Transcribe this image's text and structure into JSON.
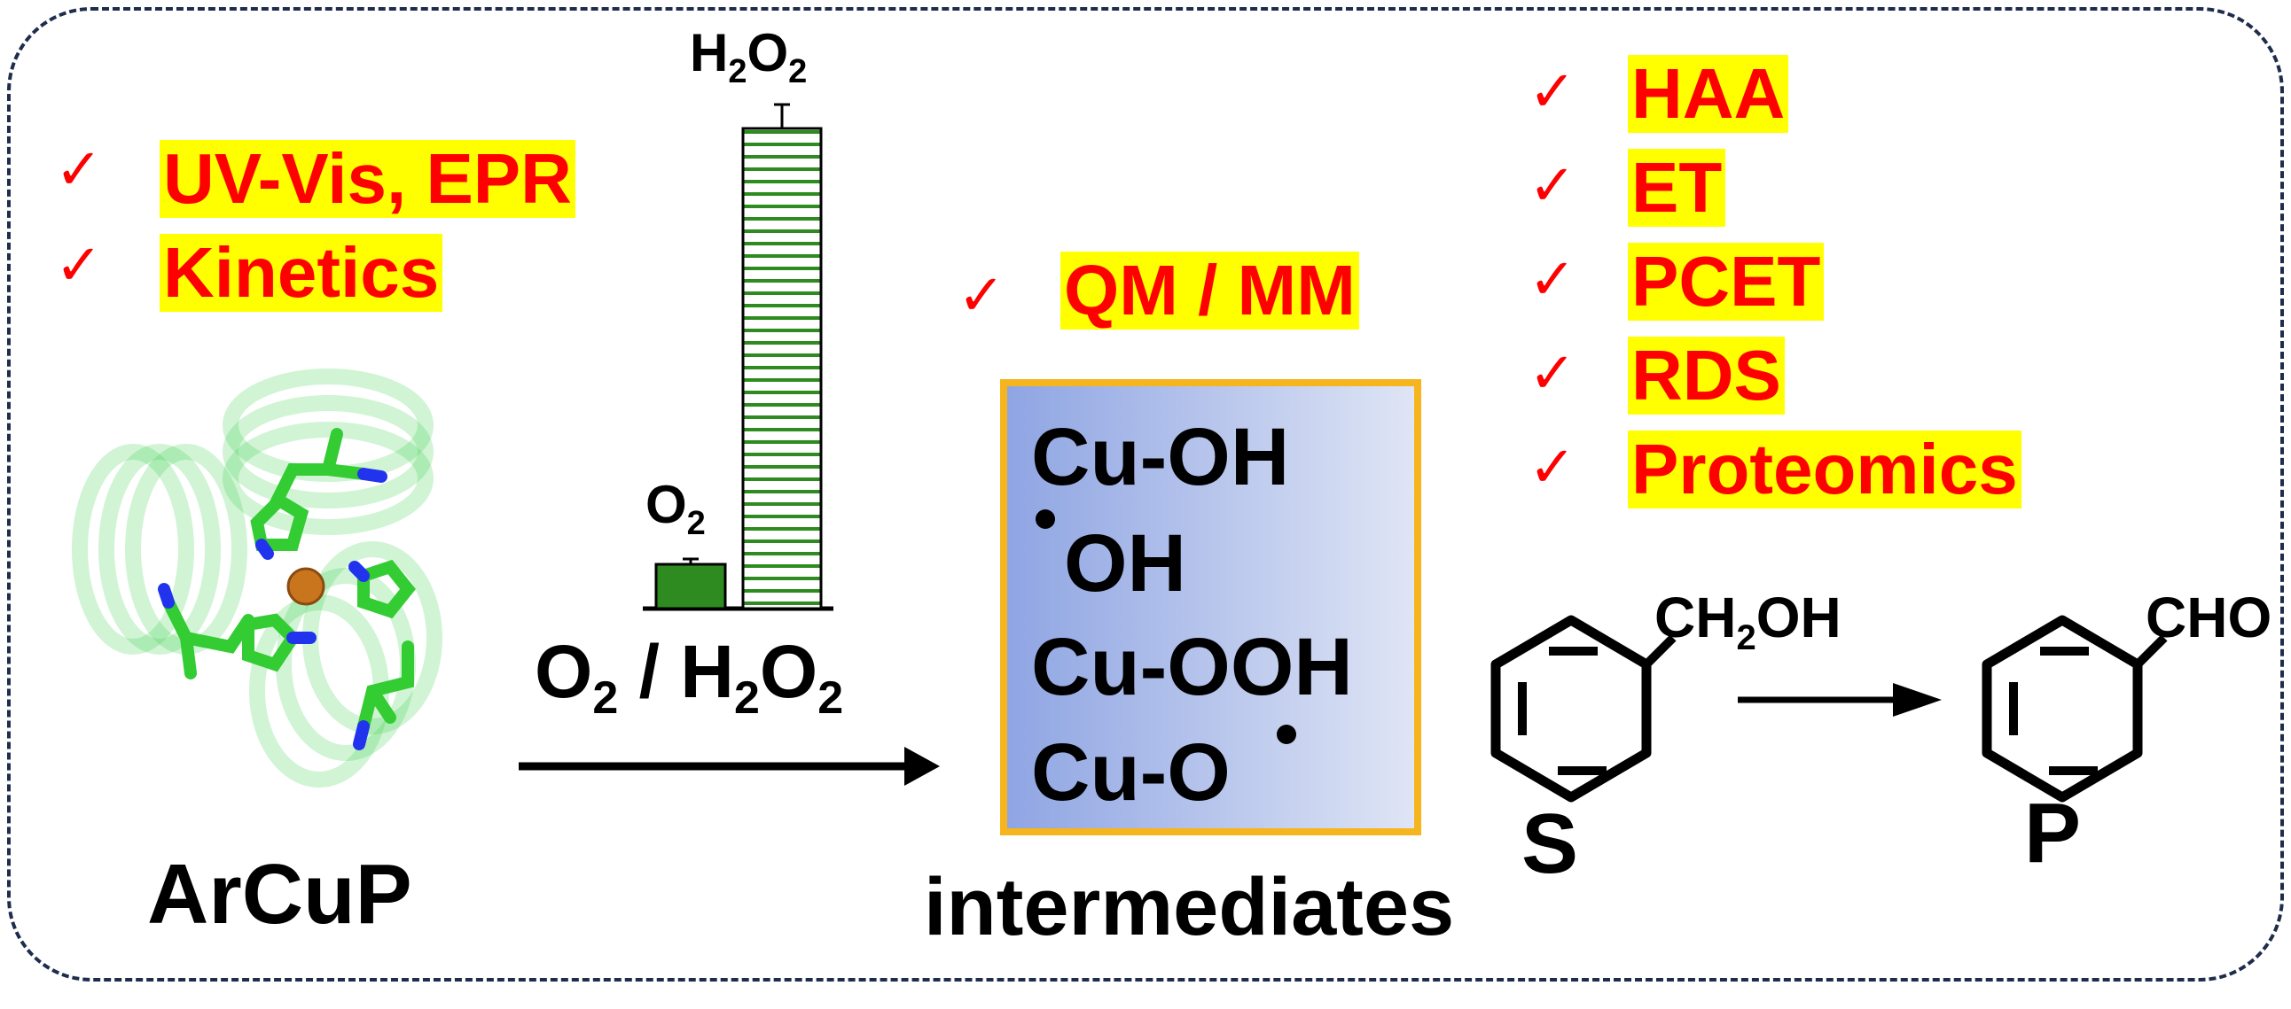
{
  "left_panel": {
    "checks": [
      "UV-Vis, EPR",
      "Kinetics"
    ],
    "protein_label": "ArCuP",
    "protein_icon": "protein-helix-structure"
  },
  "bar_inset": {
    "bar1_label_main": "O",
    "bar1_label_sub": "2",
    "bar2_label_main1": "H",
    "bar2_label_sub1": "2",
    "bar2_label_main2": "O",
    "bar2_label_sub2": "2",
    "colors": {
      "o2_bar": "#2e8b1f",
      "h2o2_bar_stripes": "#2e8b1f"
    }
  },
  "reaction_arrow": {
    "label_a": "O",
    "label_a_sub": "2",
    "label_sep": " / ",
    "label_b1": "H",
    "label_b1_sub": "2",
    "label_b2": "O",
    "label_b2_sub": "2"
  },
  "middle_panel": {
    "check": "QM / MM",
    "species": [
      "Cu-OH",
      "OH",
      "Cu-OOH",
      "Cu-O"
    ],
    "caption": "intermediates",
    "colors": {
      "box_border": "#f6b51c",
      "gradient_start": "#8fa5e3",
      "gradient_end": "#dfe5f5"
    }
  },
  "right_panel": {
    "checks": [
      "HAA",
      "ET",
      "PCET",
      "RDS",
      "Proteomics"
    ],
    "substrate_group_a": "CH",
    "substrate_group_sub": "2",
    "substrate_group_b": "OH",
    "product_group": "CHO",
    "substrate_label": "S",
    "product_label": "P"
  },
  "colors": {
    "check": "#ff0000",
    "highlight": "#ffff00",
    "frame": "#1f2d4d"
  }
}
